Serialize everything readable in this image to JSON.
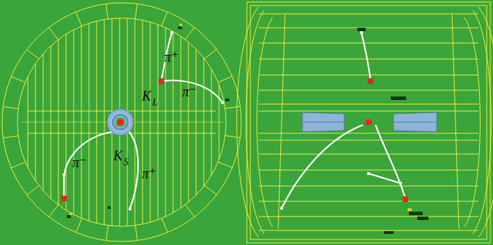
{
  "diagram": {
    "labels": [
      "π⁺",
      "π⁻",
      "K",
      "L",
      "π⁻",
      "K",
      "S",
      "π⁺"
    ]
  }
}
